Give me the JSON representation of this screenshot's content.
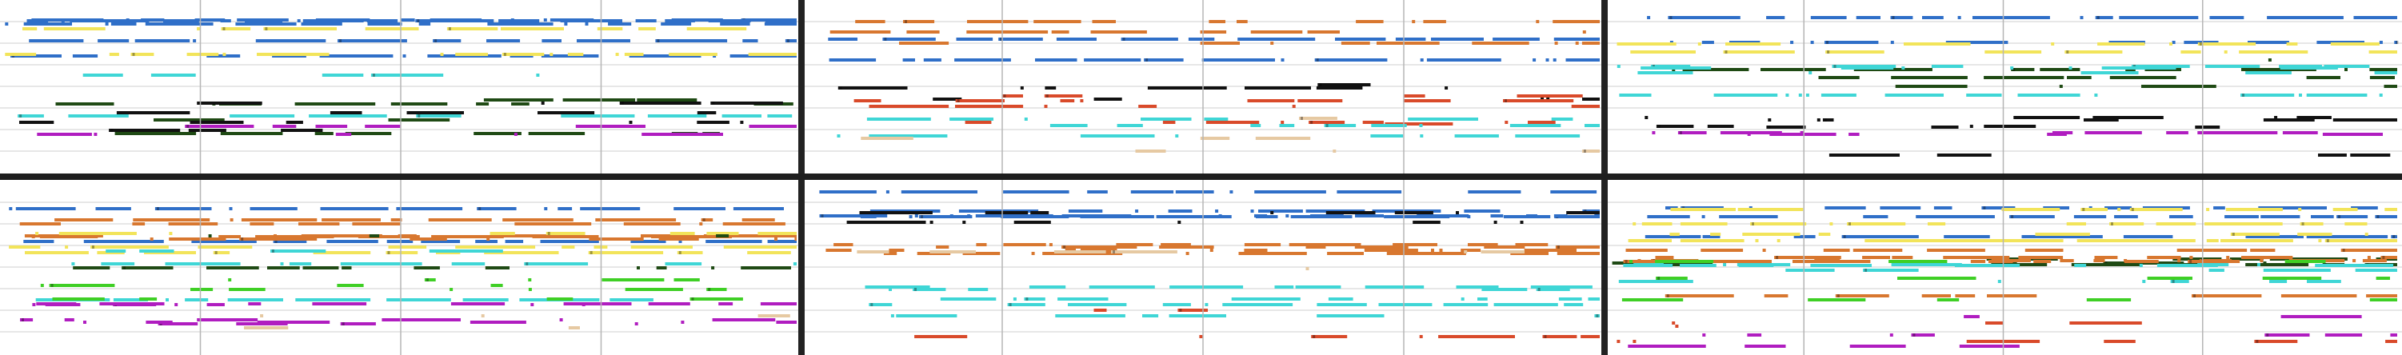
{
  "view": {
    "kind": "piano-roll",
    "bars_per_row": 12,
    "bars_per_section": 4,
    "rows": 2
  },
  "colors": {
    "background": "#ffffff",
    "grid": "#cfcfcf",
    "bar_line": "#b5b5b5",
    "section_line": "#222222",
    "row_divider": "#1e1e1e",
    "track_blue": "#2f6fc8",
    "track_yellow": "#f2e45a",
    "track_orange": "#d8772f",
    "track_cyan": "#3fd6d6",
    "track_darkgreen": "#1f4a14",
    "track_green": "#3fcf25",
    "track_black": "#111111",
    "track_magenta": "#b01dc0",
    "track_red": "#d94a2a",
    "track_tan": "#e6c9a2"
  },
  "tracks": [
    {
      "id": "blue",
      "color_key": "track_blue",
      "density": 0.95
    },
    {
      "id": "yellow",
      "color_key": "track_yellow",
      "density": 0.8
    },
    {
      "id": "orange",
      "color_key": "track_orange",
      "density": 0.75
    },
    {
      "id": "cyan",
      "color_key": "track_cyan",
      "density": 0.6
    },
    {
      "id": "darkgreen",
      "color_key": "track_darkgreen",
      "density": 0.45
    },
    {
      "id": "green",
      "color_key": "track_green",
      "density": 0.25
    },
    {
      "id": "black",
      "color_key": "track_black",
      "density": 0.35
    },
    {
      "id": "magenta",
      "color_key": "track_magenta",
      "density": 0.3
    },
    {
      "id": "red",
      "color_key": "track_red",
      "density": 0.3
    },
    {
      "id": "tan",
      "color_key": "track_tan",
      "density": 0.15
    }
  ],
  "sections": [
    {
      "row": 0,
      "section": 0,
      "dominant": [
        "blue",
        "yellow",
        "cyan",
        "darkgreen",
        "black",
        "magenta"
      ]
    },
    {
      "row": 0,
      "section": 1,
      "dominant": [
        "orange",
        "blue",
        "black",
        "red",
        "cyan",
        "tan"
      ]
    },
    {
      "row": 0,
      "section": 2,
      "dominant": [
        "blue",
        "yellow",
        "darkgreen",
        "cyan",
        "magenta",
        "black"
      ]
    },
    {
      "row": 1,
      "section": 0,
      "dominant": [
        "blue",
        "orange",
        "yellow",
        "darkgreen",
        "cyan",
        "green",
        "magenta",
        "tan"
      ]
    },
    {
      "row": 1,
      "section": 1,
      "dominant": [
        "blue",
        "black",
        "orange",
        "tan",
        "cyan",
        "red"
      ]
    },
    {
      "row": 1,
      "section": 2,
      "dominant": [
        "blue",
        "yellow",
        "darkgreen",
        "orange",
        "green",
        "cyan",
        "red",
        "magenta"
      ]
    }
  ]
}
